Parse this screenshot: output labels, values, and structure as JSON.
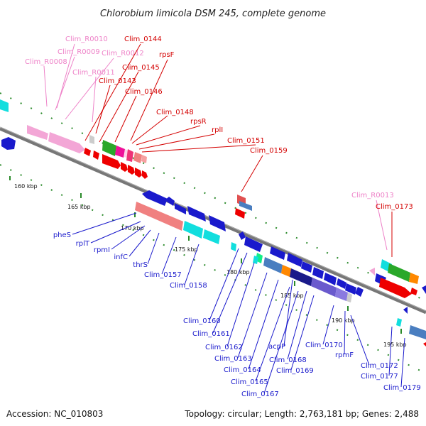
{
  "title": "Chlorobium limicola DSM 245, complete genome",
  "footer": {
    "accession": "Accession: NC_010803",
    "stats": "Topology: circular; Length: 2,763,181 bp; Genes: 2,488"
  },
  "colors": {
    "rna_label": "#ee82c8",
    "forward_label": "#d40000",
    "reverse_label": "#1a1acc",
    "backbone": "#777777",
    "tick": "#2a8a2a"
  },
  "scale": {
    "labels": [
      "160 kbp",
      "165 kbp",
      "170 kbp",
      "175 kbp",
      "180 kbp",
      "185 kbp",
      "190 kbp",
      "195 kbp"
    ]
  },
  "top_labels": [
    {
      "text": "Clim_R0010",
      "type": "rna"
    },
    {
      "text": "Clim_R0009",
      "type": "rna"
    },
    {
      "text": "Clim_R0008",
      "type": "rna"
    },
    {
      "text": "Clim_R0012",
      "type": "rna"
    },
    {
      "text": "Clim_R0011",
      "type": "rna"
    },
    {
      "text": "Clim_0144",
      "type": "fwd"
    },
    {
      "text": "rpsF",
      "type": "fwd"
    },
    {
      "text": "Clim_0145",
      "type": "fwd"
    },
    {
      "text": "Clim_0143",
      "type": "fwd"
    },
    {
      "text": "Clim_0146",
      "type": "fwd"
    },
    {
      "text": "Clim_0148",
      "type": "fwd"
    },
    {
      "text": "rpsR",
      "type": "fwd"
    },
    {
      "text": "rplI",
      "type": "fwd"
    },
    {
      "text": "Clim_0151",
      "type": "fwd"
    },
    {
      "text": "Clim_0159",
      "type": "fwd"
    },
    {
      "text": "Clim_R0013",
      "type": "rna"
    },
    {
      "text": "Clim_0173",
      "type": "fwd"
    }
  ],
  "bottom_labels": [
    {
      "text": "pheS",
      "type": "rev"
    },
    {
      "text": "rplT",
      "type": "rev"
    },
    {
      "text": "rpmI",
      "type": "rev"
    },
    {
      "text": "infC",
      "type": "rev"
    },
    {
      "text": "thrS",
      "type": "rev"
    },
    {
      "text": "Clim_0157",
      "type": "rev"
    },
    {
      "text": "Clim_0158",
      "type": "rev"
    },
    {
      "text": "Clim_0160",
      "type": "rev"
    },
    {
      "text": "Clim_0161",
      "type": "rev"
    },
    {
      "text": "Clim_0162",
      "type": "rev"
    },
    {
      "text": "Clim_0163",
      "type": "rev"
    },
    {
      "text": "Clim_0164",
      "type": "rev"
    },
    {
      "text": "Clim_0165",
      "type": "rev"
    },
    {
      "text": "Clim_0167",
      "type": "rev"
    },
    {
      "text": "acpP",
      "type": "rev"
    },
    {
      "text": "Clim_0168",
      "type": "rev"
    },
    {
      "text": "Clim_0169",
      "type": "rev"
    },
    {
      "text": "Clim_0170",
      "type": "rev"
    },
    {
      "text": "rpmF",
      "type": "rev"
    },
    {
      "text": "Clim_0172",
      "type": "rev"
    },
    {
      "text": "Clim_0177",
      "type": "rev"
    },
    {
      "text": "Clim_0179",
      "type": "rev"
    }
  ]
}
